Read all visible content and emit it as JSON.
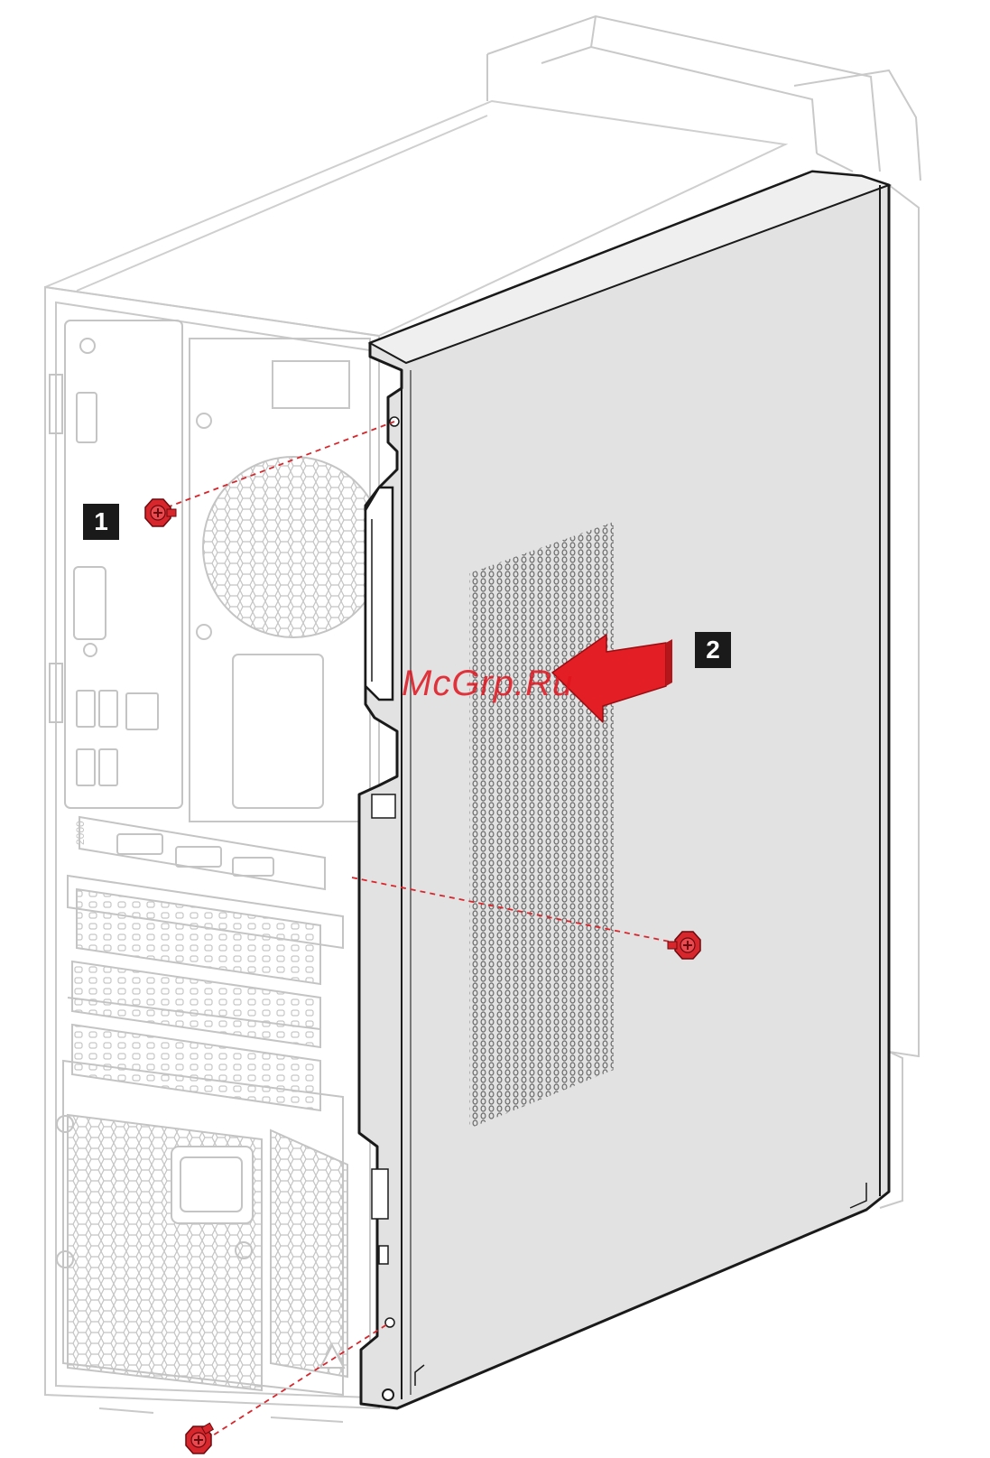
{
  "steps": [
    {
      "label": "1"
    },
    {
      "label": "2"
    }
  ],
  "watermark": {
    "text": "McGrp.Ru"
  },
  "side_label": {
    "text": "2000"
  },
  "colors": {
    "screw": "#d7262c",
    "arrow": "#e31e24",
    "panel": "#e2e2e2",
    "outline": "#1a1a1a",
    "ghost": "#c9c9c9",
    "badge": "#1a1a1a"
  },
  "icons": {
    "screw": "thumbscrew-icon",
    "arrow": "slide-direction-arrow-icon",
    "warning": "warning-triangle-icon"
  }
}
